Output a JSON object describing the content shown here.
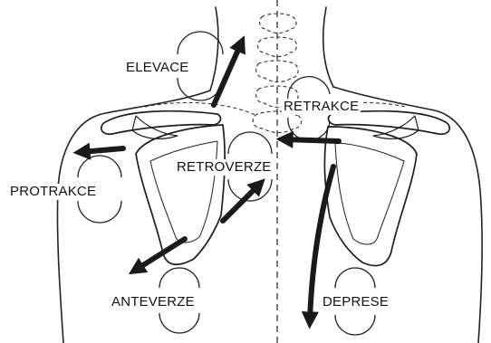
{
  "labels": {
    "elevace": "ELEVACE",
    "retrakce": "RETRAKCE",
    "retroverze": "RETROVERZE",
    "protrakce": "PROTRAKCE",
    "anteverze": "ANTEVERZE",
    "deprese": "DEPRESE"
  },
  "colors": {
    "ink": "#111111",
    "arrow": "#1a1a1a",
    "background": "#ffffff"
  }
}
